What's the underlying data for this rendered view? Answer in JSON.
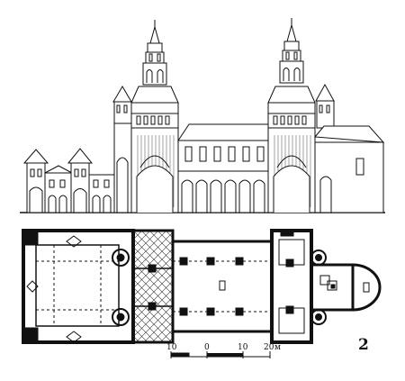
{
  "figure": {
    "plate_number": "2",
    "scale_ticks": [
      "10",
      "0",
      "10",
      "20"
    ],
    "scale_unit": "м"
  },
  "colors": {
    "ink": "#111111",
    "paper": "#ffffff",
    "hatch": "#333333"
  }
}
